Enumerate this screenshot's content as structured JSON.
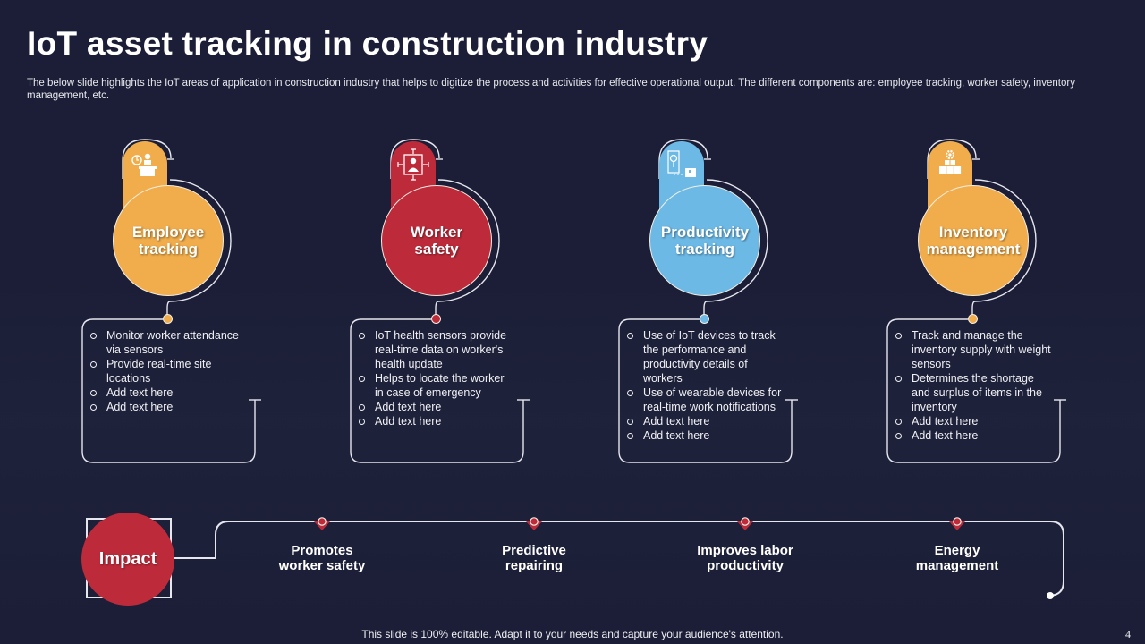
{
  "slide": {
    "title": "IoT asset tracking in construction industry",
    "subtitle": "The below slide highlights the IoT areas of application in construction industry that helps to digitize the process and activities for effective operational output. The different components are: employee tracking, worker safety, inventory management, etc.",
    "footer": "This slide is 100% editable. Adapt it to your needs and capture your audience's attention.",
    "page_number": "4"
  },
  "colors": {
    "background": "#1b1e36",
    "orange": "#f1ad4b",
    "red": "#bd2b3b",
    "blue": "#6cb9e6",
    "line": "#e6e6ee"
  },
  "components": [
    {
      "title_line1": "Employee",
      "title_line2": "tracking",
      "color": "#f1ad4b",
      "icon": "employee-desk-clock-icon",
      "bullets": [
        "Monitor worker attendance via sensors",
        "Provide real-time site locations",
        "Add text here",
        "Add text here"
      ]
    },
    {
      "title_line1": "Worker",
      "title_line2": "safety",
      "color": "#bd2b3b",
      "icon": "worker-protection-icon",
      "bullets": [
        "IoT health sensors provide real-time data on worker's health update",
        "Helps to locate the worker in case of emergency",
        "Add text here",
        "Add text here"
      ]
    },
    {
      "title_line1": "Productivity",
      "title_line2": "tracking",
      "color": "#6cb9e6",
      "icon": "location-tracking-icon",
      "bullets": [
        "Use of IoT devices to track the performance and productivity details of workers",
        "Use of wearable devices for real-time work notifications",
        "Add text here",
        "Add text here"
      ]
    },
    {
      "title_line1": "Inventory",
      "title_line2": "management",
      "color": "#f1ad4b",
      "icon": "inventory-boxes-gear-icon",
      "bullets": [
        "Track and manage the inventory supply with weight sensors",
        "Determines the shortage and surplus of items in the inventory",
        "Add text here",
        "Add text here"
      ]
    }
  ],
  "impact": {
    "label": "Impact",
    "items": [
      {
        "line1": "Promotes",
        "line2": "worker safety"
      },
      {
        "line1": "Predictive",
        "line2": "repairing"
      },
      {
        "line1": "Improves labor",
        "line2": "productivity"
      },
      {
        "line1": "Energy",
        "line2": "management"
      }
    ]
  }
}
